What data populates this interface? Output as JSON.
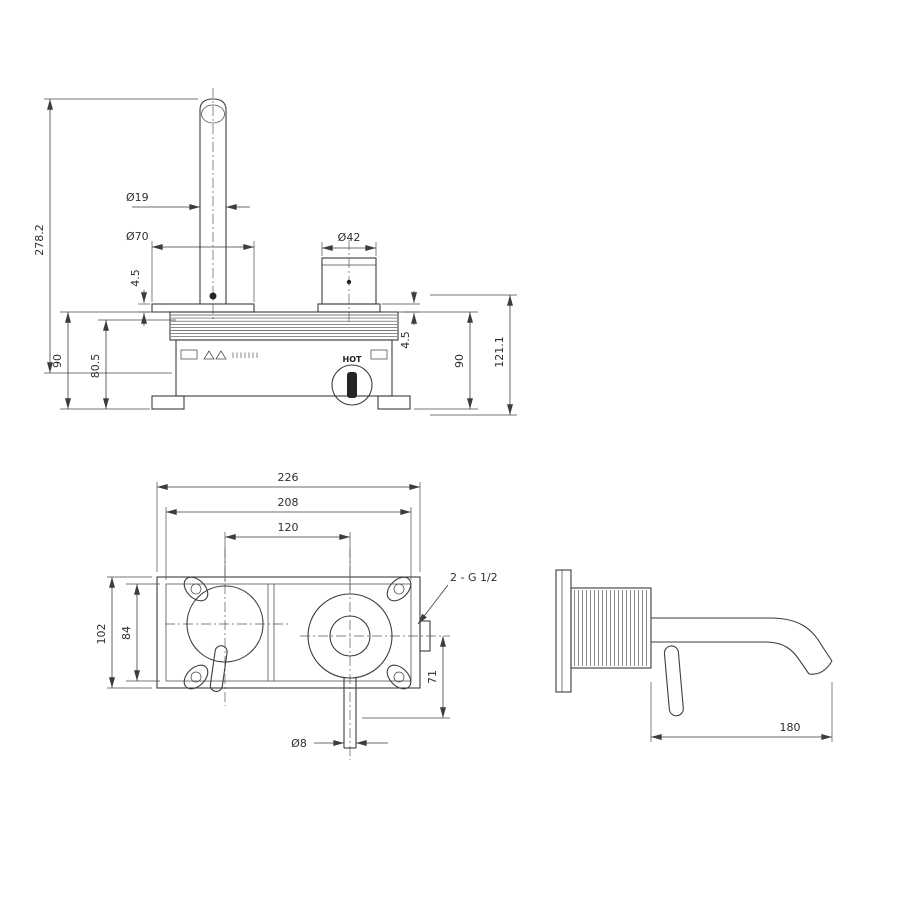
{
  "page": {
    "background": "#ffffff",
    "line_color": "#3d3d3d"
  },
  "front_view": {
    "hot_label": "HOT",
    "dims": {
      "total_height": "278.2",
      "spout_diameter": "Ø19",
      "escutcheon_diameter": "Ø70",
      "handle_diameter": "Ø42",
      "escutcheon_thickness": "4.5",
      "plate_height_left": "90",
      "body_height": "80.5",
      "handle_escutcheon_thickness": "4.5",
      "plate_height_right": "90",
      "overall_height_right": "121.1"
    }
  },
  "rough_in_view": {
    "dims": {
      "outer_width": "226",
      "inner_width": "208",
      "center_distance": "120",
      "outer_height": "102",
      "inner_height": "84",
      "outlet_drop": "71",
      "pipe_diameter": "Ø8"
    },
    "thread_callout": "2 - G 1/2"
  },
  "side_view": {
    "dims": {
      "spout_reach": "180"
    }
  }
}
